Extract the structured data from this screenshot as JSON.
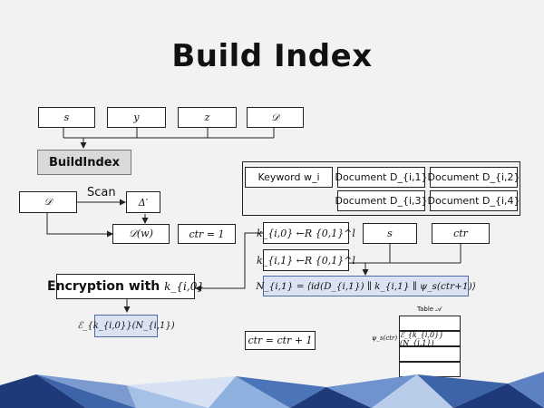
{
  "title": "Build Index",
  "inputs": [
    "s",
    "y",
    "z",
    "𝒟"
  ],
  "build_index_label": "BuildIndex",
  "d_source": "𝒟",
  "scan_label": "Scan",
  "delta_prime": "Δ′",
  "d_of_w": "𝒟(w)",
  "ctr_init": "ctr = 1",
  "k0": "k_{i,0} ←R {0,1}^l",
  "k1": "k_{i,1} ←R {0,1}^l",
  "s_box": "s",
  "ctr_box": "ctr",
  "n_formula": "N_{i,1} = ⟨id(D_{i,1}) ∥ k_{i,1} ∥ ψ_s(ctr+1)⟩",
  "encryption_text": "Encryption with",
  "encryption_key": "k_{i,0}",
  "cipher": "ℰ_{k_{i,0}}(N_{i,1})",
  "ctr_increment": "ctr = ctr + 1",
  "keyword_header": "Keyword w_i",
  "documents": [
    "Document D_{i,1}",
    "Document D_{i,2}",
    "Document D_{i,3}",
    "Document D_{i,4}"
  ],
  "table_title": "Table 𝒜",
  "table_row_label": "ψ_s(ctr)",
  "table_cell": "ℰ_{k_{i,0}}(N_{i,1})",
  "colors": {
    "background": "#f2f2f2",
    "highlight_fill": "#dbe3f3",
    "highlight_border": "#4a6aa8",
    "grey_fill": "#d9d9d9",
    "footer_dark": "#1f3a7a",
    "footer_light": "#8fb1e0"
  }
}
